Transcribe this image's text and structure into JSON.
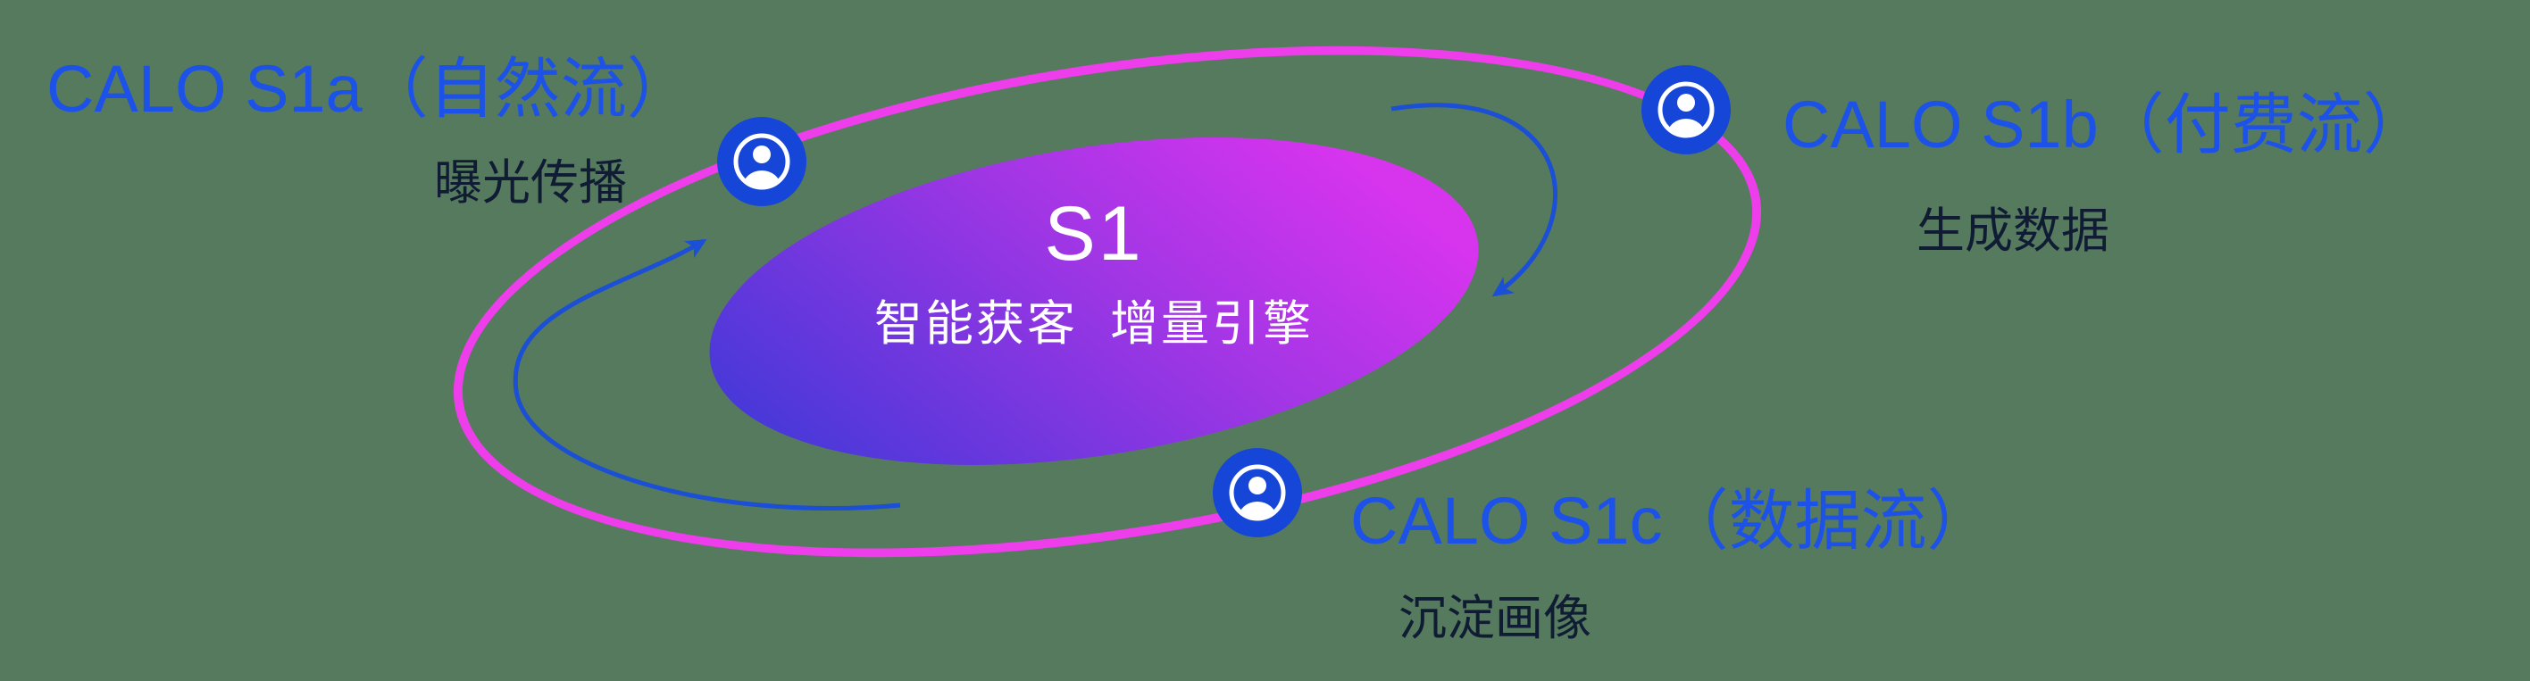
{
  "center": {
    "title": "S1",
    "subtitle": "智能获客  增量引擎"
  },
  "nodes": [
    {
      "id": "s1a",
      "label": "CALO S1a（自然流）",
      "sublabel": "曝光传播",
      "icon": "user-circle-icon"
    },
    {
      "id": "s1b",
      "label": "CALO S1b（付费流）",
      "sublabel": "生成数据",
      "icon": "user-circle-icon"
    },
    {
      "id": "s1c",
      "label": "CALO S1c（数据流）",
      "sublabel": "沉淀画像",
      "icon": "user-circle-icon"
    }
  ],
  "colors": {
    "background": "#567a5d",
    "label_blue": "#1d52e8",
    "sublabel_dark": "#101c33",
    "ring_magenta": "#ee3deb",
    "core_gradient_start": "#4338d8",
    "core_gradient_end": "#d734ee",
    "icon_blue": "#1646d8",
    "icon_glyph_white": "#ffffff",
    "arrow_blue": "#1a4fd6"
  }
}
